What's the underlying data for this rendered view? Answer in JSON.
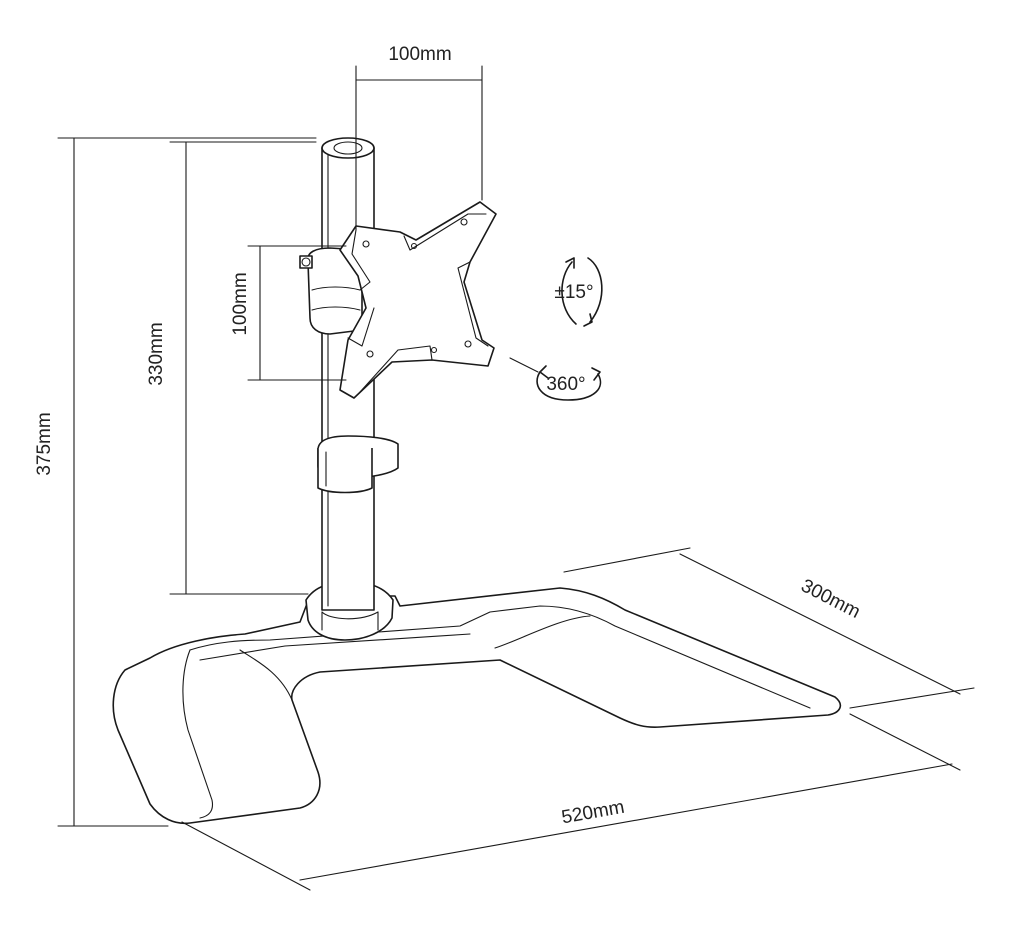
{
  "dimensions": {
    "vesa_width": "100mm",
    "vesa_height": "100mm",
    "pole_height": "330mm",
    "total_height": "375mm",
    "base_depth": "300mm",
    "base_width": "520mm"
  },
  "rotation": {
    "tilt": "±15°",
    "swivel": "360°"
  },
  "colors": {
    "line": "#1a1a1a",
    "background": "#ffffff"
  }
}
